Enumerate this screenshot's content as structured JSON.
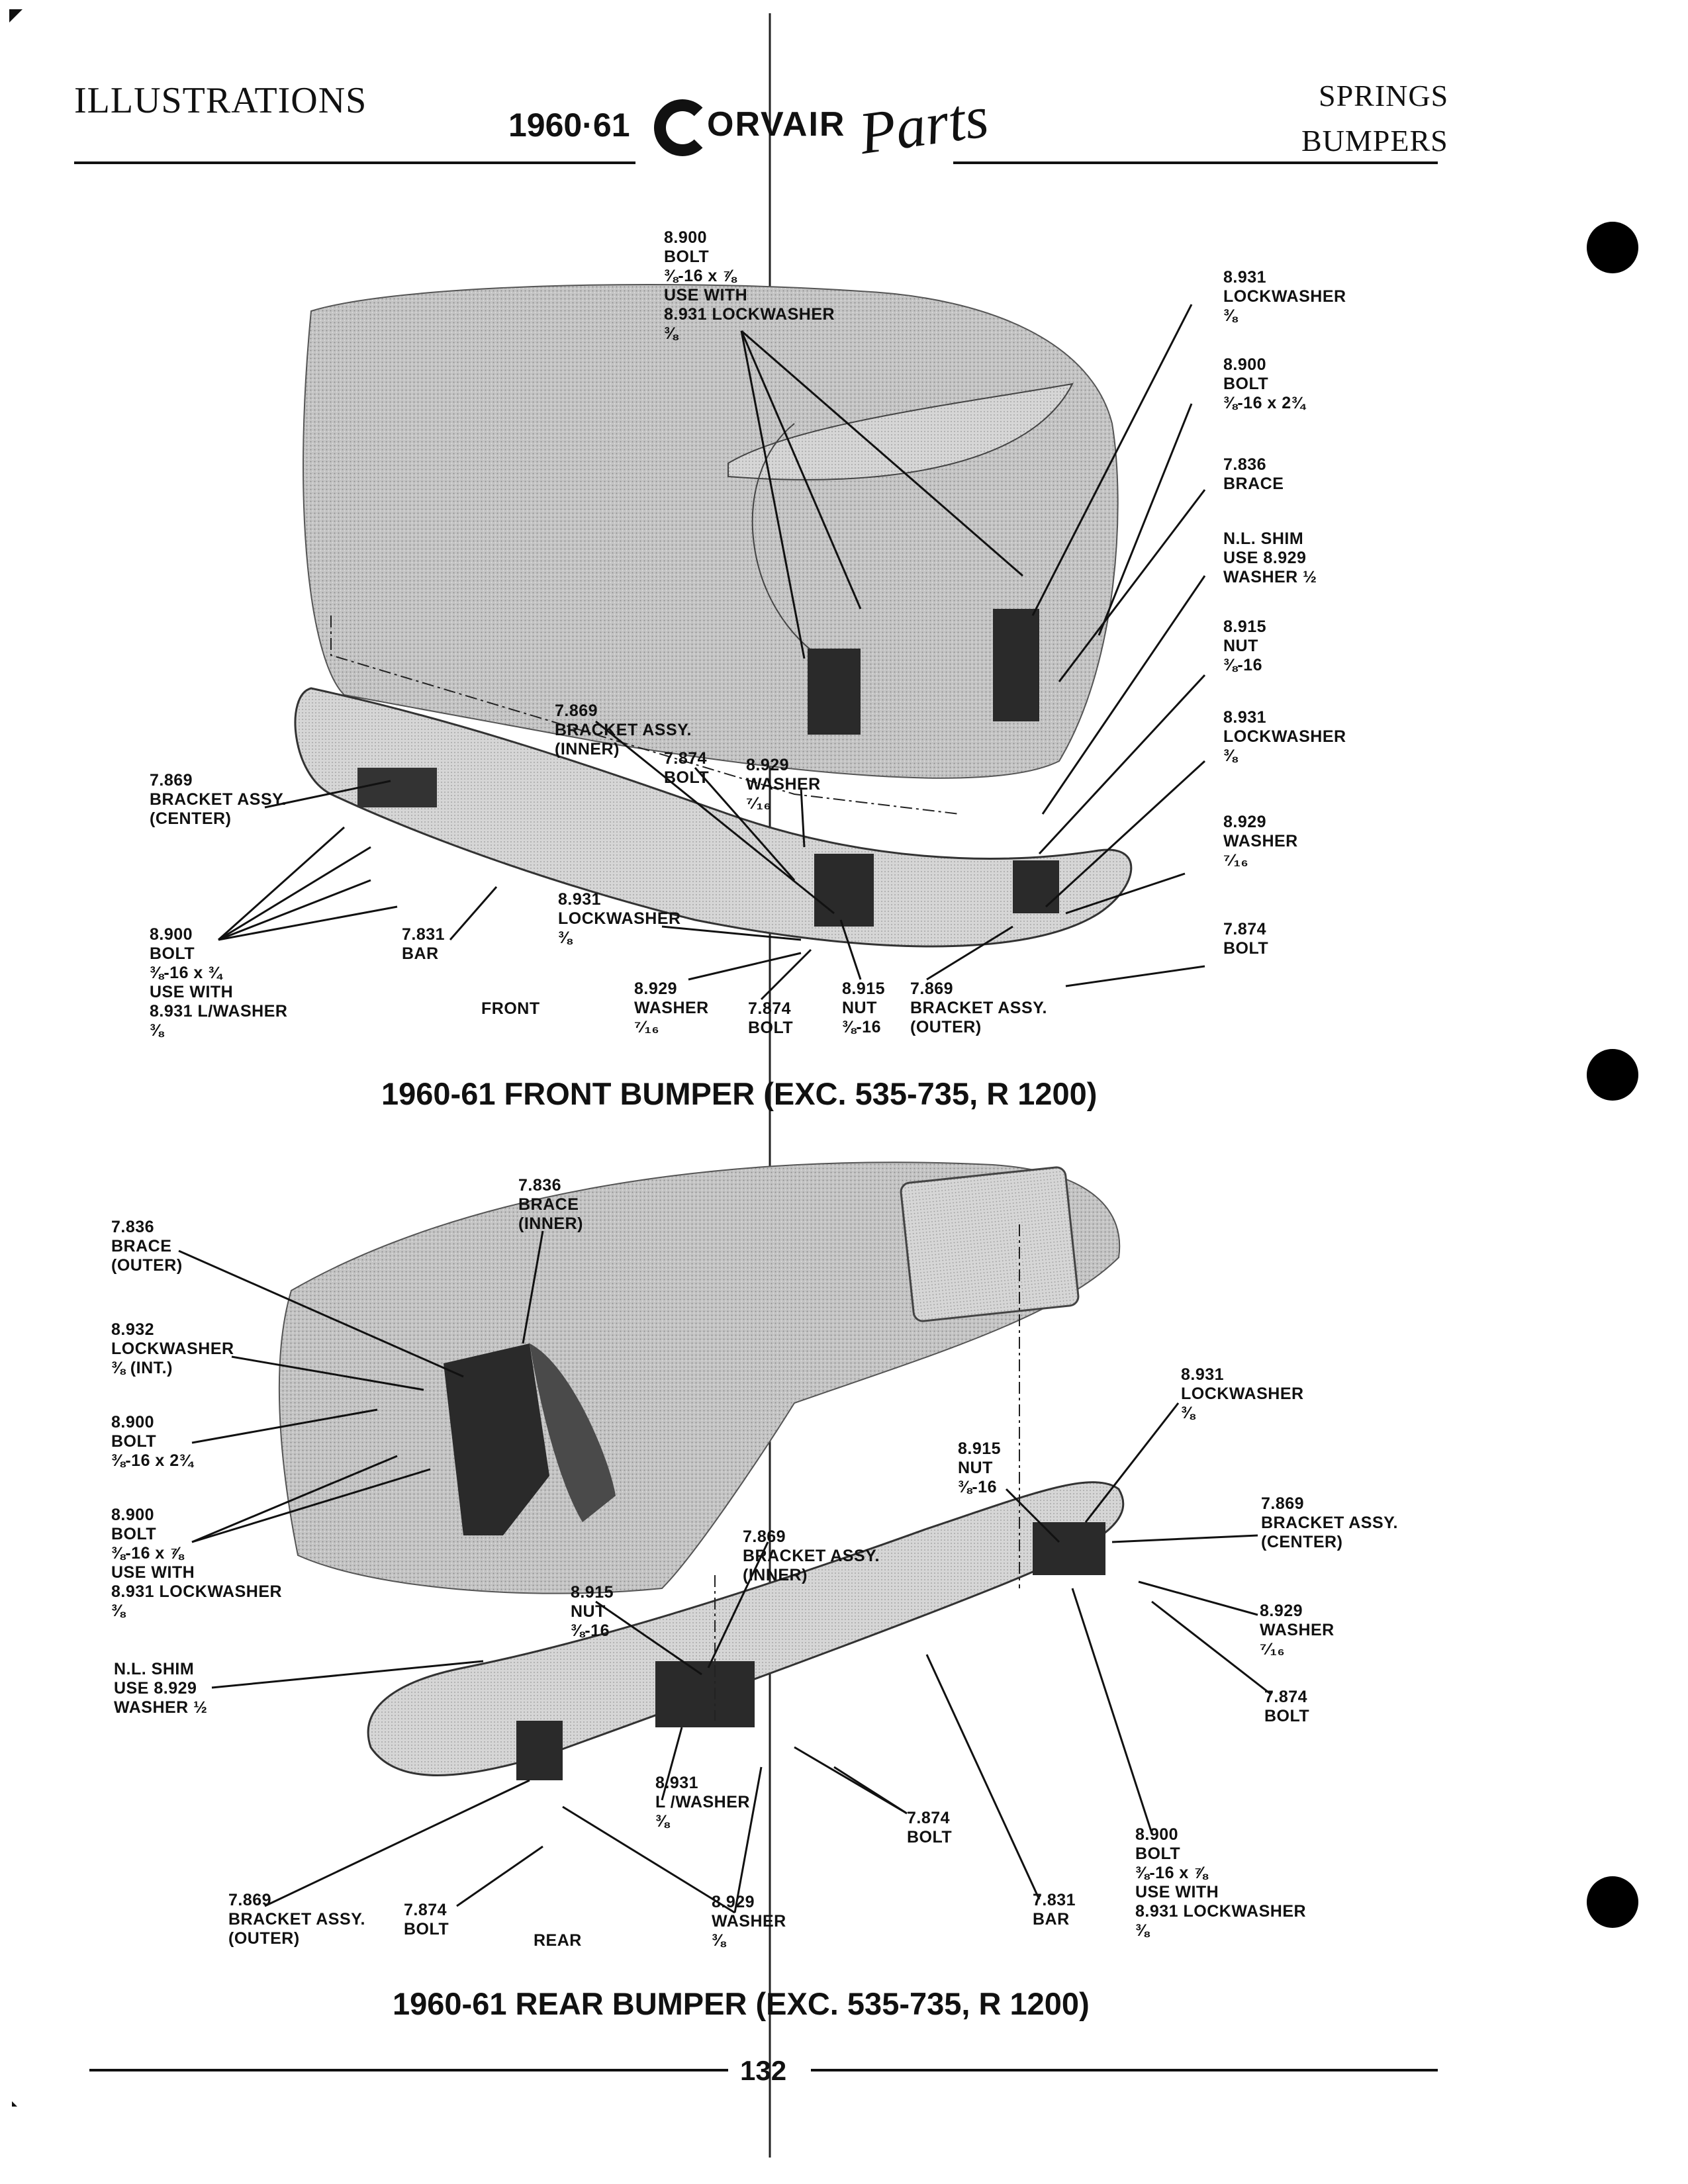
{
  "header": {
    "left_title": "ILLUSTRATIONS",
    "years": "1960·61",
    "brand": "ORVAIR",
    "brand_script": "Parts",
    "right_top": "SPRINGS",
    "right_bottom": "BUMPERS"
  },
  "front": {
    "caption": "1960-61 FRONT BUMPER (EXC. 535-735, R 1200)",
    "view_label": "FRONT",
    "labels": [
      "8.900\nBOLT\n⅜-16 x ⅞\nUSE WITH\n8.931 LOCKWASHER\n⅜",
      "8.931\nLOCKWASHER\n⅜",
      "8.900\nBOLT\n⅜-16 x 2¾",
      "7.836\nBRACE",
      "N.L. SHIM\nUSE 8.929\nWASHER ½",
      "8.915\nNUT\n⅜-16",
      "8.931\nLOCKWASHER\n⅜",
      "8.929\nWASHER\n⁷⁄₁₆",
      "7.874\nBOLT",
      "7.869\nBRACKET ASSY.\n(INNER)",
      "7.874\nBOLT",
      "8.929\nWASHER\n⁷⁄₁₆",
      "7.869\nBRACKET ASSY.\n(CENTER)",
      "8.900\nBOLT\n⅜-16 x ¾\nUSE WITH\n8.931 L/WASHER\n⅜",
      "7.831\nBAR",
      "8.931\nLOCKWASHER\n⅜",
      "8.929\nWASHER\n⁷⁄₁₆",
      "7.874\nBOLT",
      "8.915\nNUT\n⅜-16",
      "7.869\nBRACKET ASSY.\n(OUTER)"
    ]
  },
  "rear": {
    "caption": "1960-61 REAR BUMPER (EXC. 535-735, R 1200)",
    "view_label": "REAR",
    "labels": [
      "7.836\nBRACE\n(INNER)",
      "7.836\nBRACE\n(OUTER)",
      "8.932\nLOCKWASHER\n⅜ (INT.)",
      "8.900\nBOLT\n⅜-16 x 2¾",
      "8.900\nBOLT\n⅜-16 x ⅞\nUSE WITH\n8.931 LOCKWASHER\n⅜",
      "N.L. SHIM\nUSE 8.929\nWASHER ½",
      "8.931\nLOCKWASHER\n⅜",
      "8.915\nNUT\n⅜-16",
      "7.869\nBRACKET ASSY.\n(CENTER)",
      "7.869\nBRACKET ASSY.\n(INNER)",
      "8.915\nNUT\n⅜-16",
      "8.929\nWASHER\n⁷⁄₁₆",
      "7.874\nBOLT",
      "8.931\nL /WASHER\n⅜",
      "7.874\nBOLT",
      "8.900\nBOLT\n⅜-16 x ⅞\nUSE WITH\n8.931 LOCKWASHER\n⅜",
      "7.831\nBAR",
      "7.869\nBRACKET ASSY.\n(OUTER)",
      "7.874\nBOLT",
      "8.929\nWASHER\n⅜"
    ]
  },
  "footer": {
    "page_number": "132"
  },
  "colors": {
    "ink": "#111111",
    "paper": "#ffffff",
    "shade": "#b8b8b8"
  }
}
